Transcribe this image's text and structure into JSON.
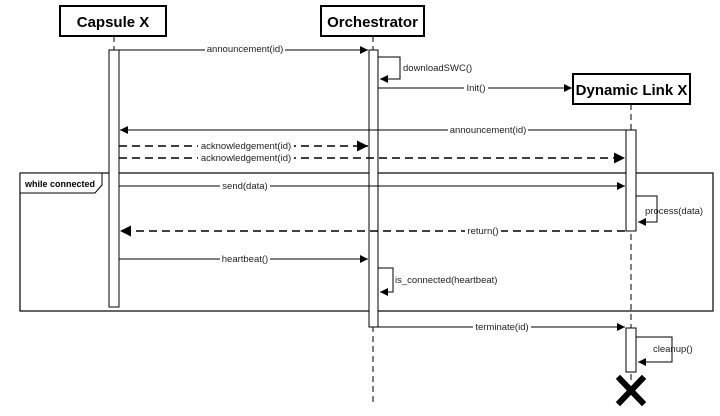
{
  "participants": {
    "capsule": "Capsule X",
    "orchestrator": "Orchestrator",
    "dynamic_link": "Dynamic Link X"
  },
  "fragment": {
    "label": "while connected"
  },
  "messages": {
    "announcement_1": "announcement(id)",
    "download_swc": "downloadSWC()",
    "init": "Init()",
    "announcement_2": "announcement(id)",
    "ack_1": "acknowledgement(id)",
    "ack_2": "acknowledgement(id)",
    "send": "send(data)",
    "process": "process(data)",
    "return": "return()",
    "heartbeat": "heartbeat()",
    "is_connected": "is_connected(heartbeat)",
    "terminate": "terminate(id)",
    "cleanup": "cleanup()"
  }
}
